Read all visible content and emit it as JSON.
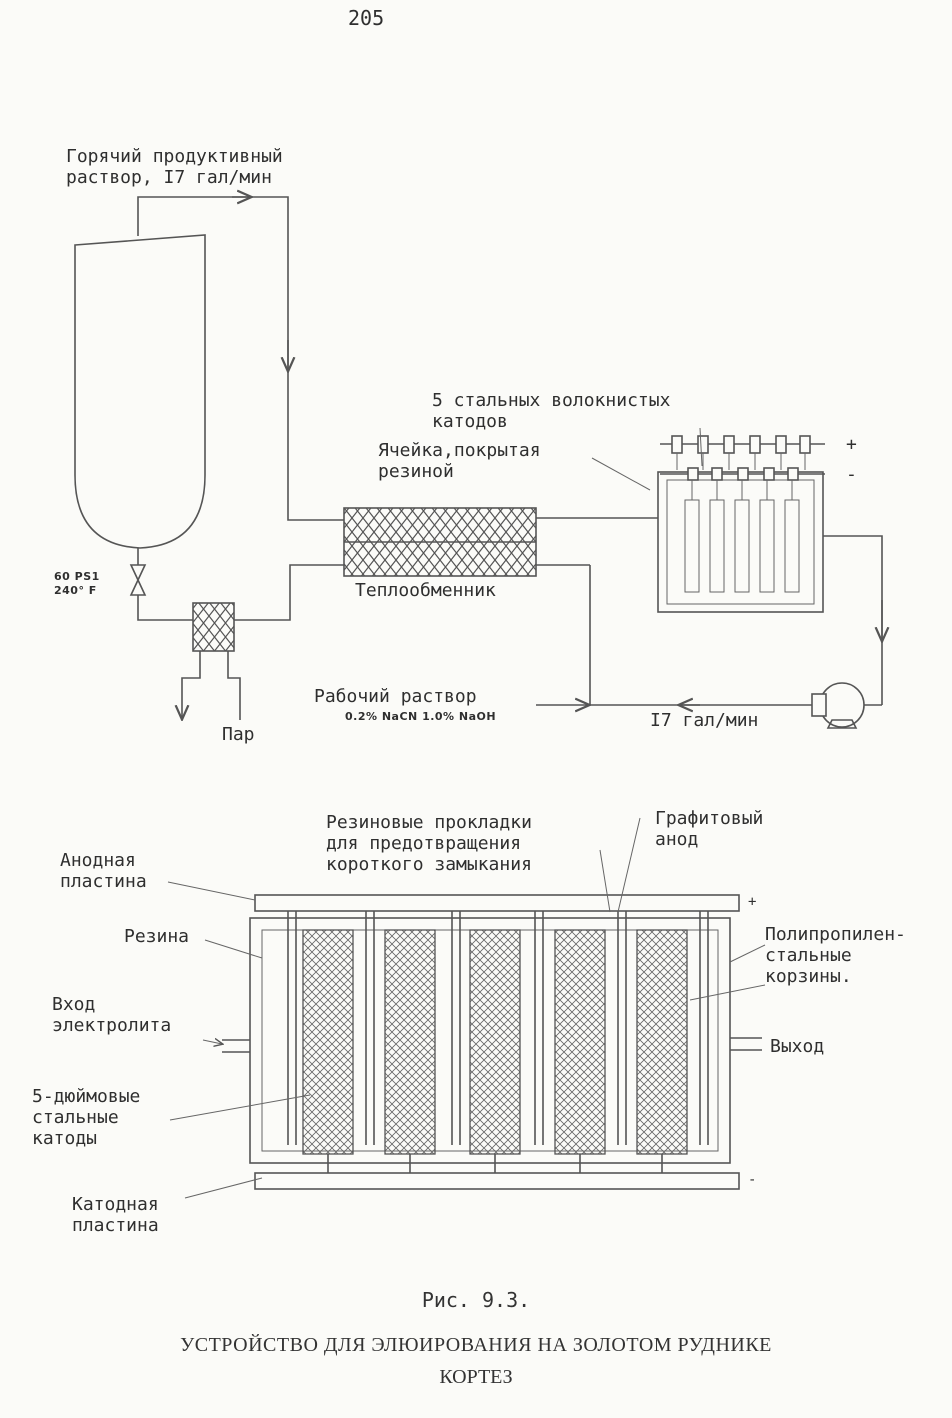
{
  "page_number": "205",
  "top_diagram": {
    "hot_solution_label": "Горячий продуктивный\nраствор, I7 гал/мин",
    "cathodes_label": "5 стальных волокнистых\nкатодов",
    "cell_label": "Ячейка,покрытая\nрезиной",
    "plus_sign": "+",
    "minus_sign": "-",
    "pressure_label": "60 PS1\n240° F",
    "heat_exchanger_label": "Теплообменник",
    "working_solution_label": "Рабочий раствор",
    "working_solution_composition": "0.2% NaCN 1.0% NaOH",
    "steam_label": "Пар",
    "flow_rate_label": "I7 гал/мин"
  },
  "bottom_diagram": {
    "rubber_gaskets_label": "Резиновые прокладки\nдля предотвращения\nкороткого замыкания",
    "graphite_anode_label": "Графитовый\nанод",
    "anode_plate_label": "Анодная\nпластина",
    "rubber_label": "Резина",
    "baskets_label": "Полипропилен-\nстальные\nкорзины.",
    "electrolyte_inlet_label": "Вход\nэлектролита",
    "outlet_label": "Выход",
    "cathodes_label": "5-дюймовые\nстальные\nкатоды",
    "cathode_plate_label": "Катодная\nпластина",
    "plus_sign": "+",
    "minus_sign": "-"
  },
  "caption": {
    "figure_number": "Рис. 9.3.",
    "title_line1": "УСТРОЙСТВО ДЛЯ ЭЛЮИРОВАНИЯ НА ЗОЛОТОМ РУДНИКЕ",
    "title_line2": "КОРТЕЗ"
  }
}
